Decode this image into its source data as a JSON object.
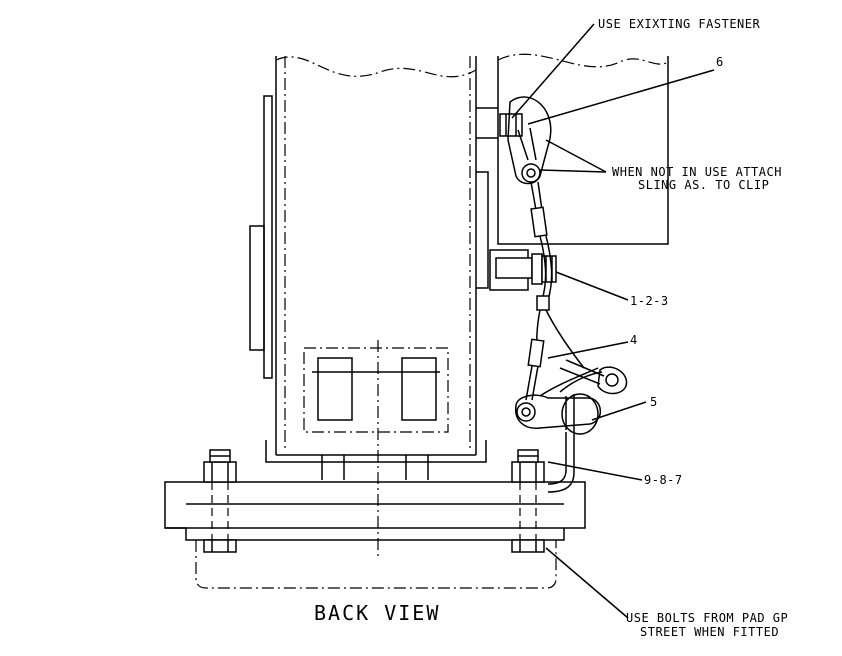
{
  "view_title": "BACK VIEW",
  "notes": {
    "existing_fastener": "USE EXIXTING FASTENER",
    "attach_line1": "WHEN NOT IN USE ATTACH",
    "attach_line2": "SLING AS. TO CLIP",
    "bolts_line1": "USE BOLTS FROM PAD GP",
    "bolts_line2": "STREET WHEN FITTED"
  },
  "item_labels": {
    "item6": "6",
    "item123": "1-2-3",
    "item4": "4",
    "item5": "5",
    "item987": "9-8-7"
  }
}
